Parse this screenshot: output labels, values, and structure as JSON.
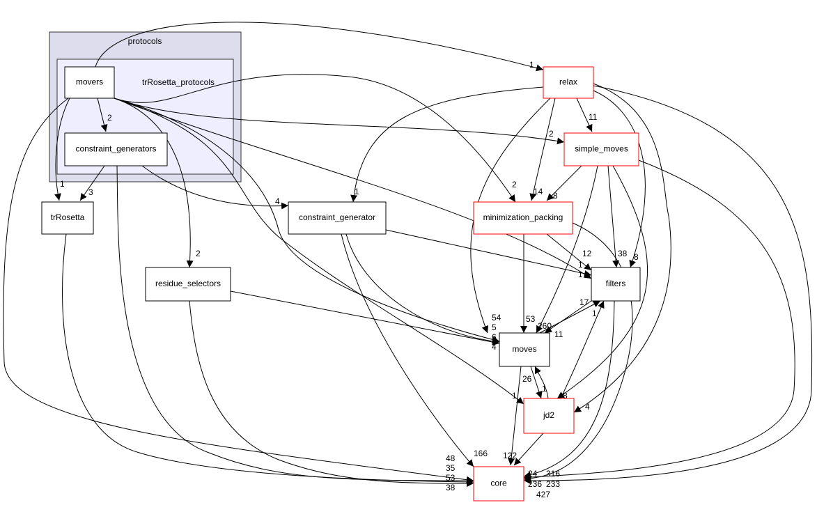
{
  "clusters": [
    {
      "id": "protocols",
      "label": "protocols",
      "fill": "#ddddee"
    },
    {
      "id": "trRosetta_protocols",
      "label": "trRosetta_protocols",
      "fill": "#eeeeff"
    }
  ],
  "nodes": [
    {
      "id": "movers",
      "label": "movers",
      "border": "#000000"
    },
    {
      "id": "constraint_generators",
      "label": "constraint_generators",
      "border": "#000000"
    },
    {
      "id": "trRosetta",
      "label": "trRosetta",
      "border": "#000000"
    },
    {
      "id": "constraint_generator",
      "label": "constraint_generator",
      "border": "#000000"
    },
    {
      "id": "residue_selectors",
      "label": "residue_selectors",
      "border": "#000000"
    },
    {
      "id": "relax",
      "label": "relax",
      "border": "#ff0000"
    },
    {
      "id": "simple_moves",
      "label": "simple_moves",
      "border": "#ff0000"
    },
    {
      "id": "minimization_packing",
      "label": "minimization_packing",
      "border": "#ff0000"
    },
    {
      "id": "filters",
      "label": "filters",
      "border": "#000000"
    },
    {
      "id": "moves",
      "label": "moves",
      "border": "#000000"
    },
    {
      "id": "jd2",
      "label": "jd2",
      "border": "#ff0000"
    },
    {
      "id": "core",
      "label": "core",
      "border": "#ff0000"
    }
  ],
  "edges": [
    {
      "from": "movers",
      "to": "relax",
      "label": "1"
    },
    {
      "from": "movers",
      "to": "constraint_generators",
      "label": "2"
    },
    {
      "from": "movers",
      "to": "trRosetta",
      "label": "1"
    },
    {
      "from": "movers",
      "to": "core",
      "label": "48"
    },
    {
      "from": "movers",
      "to": "simple_moves",
      "label": "2"
    },
    {
      "from": "movers",
      "to": "minimization_packing",
      "label": "2"
    },
    {
      "from": "movers",
      "to": "filters",
      "label": "1"
    },
    {
      "from": "movers",
      "to": "residue_selectors",
      "label": "2"
    },
    {
      "from": "movers",
      "to": "moves",
      "label": "5"
    },
    {
      "from": "movers",
      "to": "jd2",
      "label": "1"
    },
    {
      "from": "constraint_generators",
      "to": "trRosetta",
      "label": "3"
    },
    {
      "from": "constraint_generators",
      "to": "constraint_generator",
      "label": "4"
    },
    {
      "from": "constraint_generators",
      "to": "core",
      "label": "35"
    },
    {
      "from": "trRosetta",
      "to": "core",
      "label": "53"
    },
    {
      "from": "residue_selectors",
      "to": "moves",
      "label": "6"
    },
    {
      "from": "residue_selectors",
      "to": "core",
      "label": "38"
    },
    {
      "from": "constraint_generator",
      "to": "filters",
      "label": "1"
    },
    {
      "from": "constraint_generator",
      "to": "moves",
      "label": "4"
    },
    {
      "from": "constraint_generator",
      "to": "core",
      "label": "166"
    },
    {
      "from": "relax",
      "to": "constraint_generator",
      "label": "1"
    },
    {
      "from": "relax",
      "to": "minimization_packing",
      "label": "14"
    },
    {
      "from": "relax",
      "to": "simple_moves",
      "label": "11"
    },
    {
      "from": "relax",
      "to": "moves",
      "label": "54"
    },
    {
      "from": "relax",
      "to": "filters",
      "label": "8"
    },
    {
      "from": "relax",
      "to": "jd2",
      "label": "4"
    },
    {
      "from": "relax",
      "to": "core",
      "label": "427"
    },
    {
      "from": "simple_moves",
      "to": "minimization_packing",
      "label": "8"
    },
    {
      "from": "simple_moves",
      "to": "filters",
      "label": "38"
    },
    {
      "from": "simple_moves",
      "to": "moves",
      "label": "260"
    },
    {
      "from": "simple_moves",
      "to": "jd2",
      "label": "8"
    },
    {
      "from": "simple_moves",
      "to": "core",
      "label": "24"
    },
    {
      "from": "minimization_packing",
      "to": "filters",
      "label": "12"
    },
    {
      "from": "minimization_packing",
      "to": "moves",
      "label": "53"
    },
    {
      "from": "minimization_packing",
      "to": "core",
      "label": "316"
    },
    {
      "from": "moves",
      "to": "filters",
      "label": "17"
    },
    {
      "from": "filters",
      "to": "moves",
      "label": "11"
    },
    {
      "from": "filters",
      "to": "core",
      "label": "236"
    },
    {
      "from": "moves",
      "to": "jd2",
      "label": "26"
    },
    {
      "from": "jd2",
      "to": "moves",
      "label": "1"
    },
    {
      "from": "jd2",
      "to": "filters",
      "label": "1"
    },
    {
      "from": "moves",
      "to": "core",
      "label": "122"
    },
    {
      "from": "jd2",
      "to": "core",
      "label": "233"
    }
  ]
}
